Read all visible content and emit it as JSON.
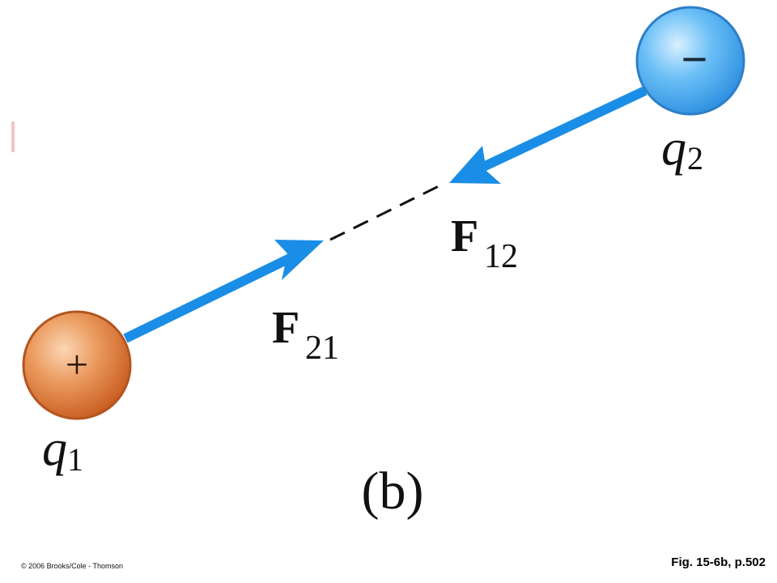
{
  "diagram": {
    "panel_label": "(b)",
    "charges": [
      {
        "sign": "+",
        "name": "q",
        "subscript": "1",
        "color": "#e07a3a"
      },
      {
        "sign": "−",
        "name": "q",
        "subscript": "2",
        "color": "#4aaaf0"
      }
    ],
    "forces": [
      {
        "name": "F",
        "subscript": "21"
      },
      {
        "name": "F",
        "subscript": "12"
      }
    ],
    "arrow_color": "#1a8ee6"
  },
  "footer": {
    "credit": "© 2006 Brooks/Cole - Thomson",
    "figure_ref": "Fig. 15-6b, p.502"
  }
}
